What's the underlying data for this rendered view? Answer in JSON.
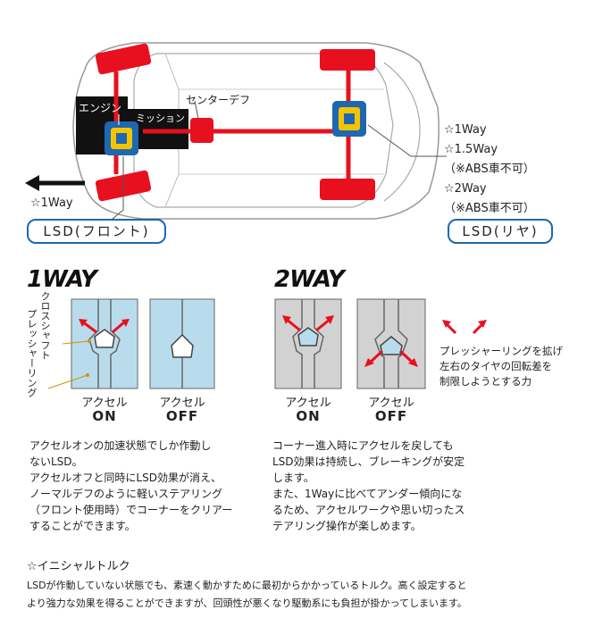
{
  "car": {
    "engine_label": "エンジン",
    "mission_label": "ミッション",
    "center_def_label": "センターデフ",
    "front_way": "☆1Way",
    "front_lsd": "LSD(フロント)",
    "rear_lsd": "LSD(リヤ)",
    "rear_options": [
      "☆1Way",
      "☆1.5Way",
      "（※ABS車不可）",
      "☆2Way",
      "（※ABS車不可）"
    ]
  },
  "one_way": {
    "title": "1WAY",
    "label_cross_shaft": "クロスシャフト",
    "label_pressure_ring": "プレッシャーリング",
    "accel_label": "アクセル",
    "on": "ON",
    "off": "OFF",
    "desc": [
      "アクセルオンの加速状態でしか作動し",
      "ないLSD。",
      "アクセルオフと同時にLSD効果が消え、",
      "ノーマルデフのように軽いステアリング",
      "（フロント使用時）でコーナーをクリアー",
      "することができます。"
    ]
  },
  "two_way": {
    "title": "2WAY",
    "accel_label": "アクセル",
    "on": "ON",
    "off": "OFF",
    "legend": [
      "プレッシャーリングを拡げ",
      "左右のタイヤの回転差を",
      "制限しようとする力"
    ],
    "desc": [
      "コーナー進入時にアクセルを戻しても",
      "LSD効果は持続し、ブレーキングが安定",
      "します。",
      "また、1Wayに比べてアンダー傾向にな",
      "るため、アクセルワークや思い切ったス",
      "テアリング操作が楽しめます。"
    ]
  },
  "initial_torque": {
    "heading": "☆イニシャルトルク",
    "lines": [
      "LSDが作動していない状態でも、素速く動かすために最初からかかっているトルク。高く設定すると",
      "より強力な効果を得ることができますが、回頭性が悪くなり駆動系にも負担が掛かってしまいます。"
    ]
  },
  "colors": {
    "red": "#e8101e",
    "blue": "#1f67b0",
    "yellow": "#f5c400",
    "panel_blue": "#b9dced",
    "panel_gray": "#d2d2d2"
  }
}
